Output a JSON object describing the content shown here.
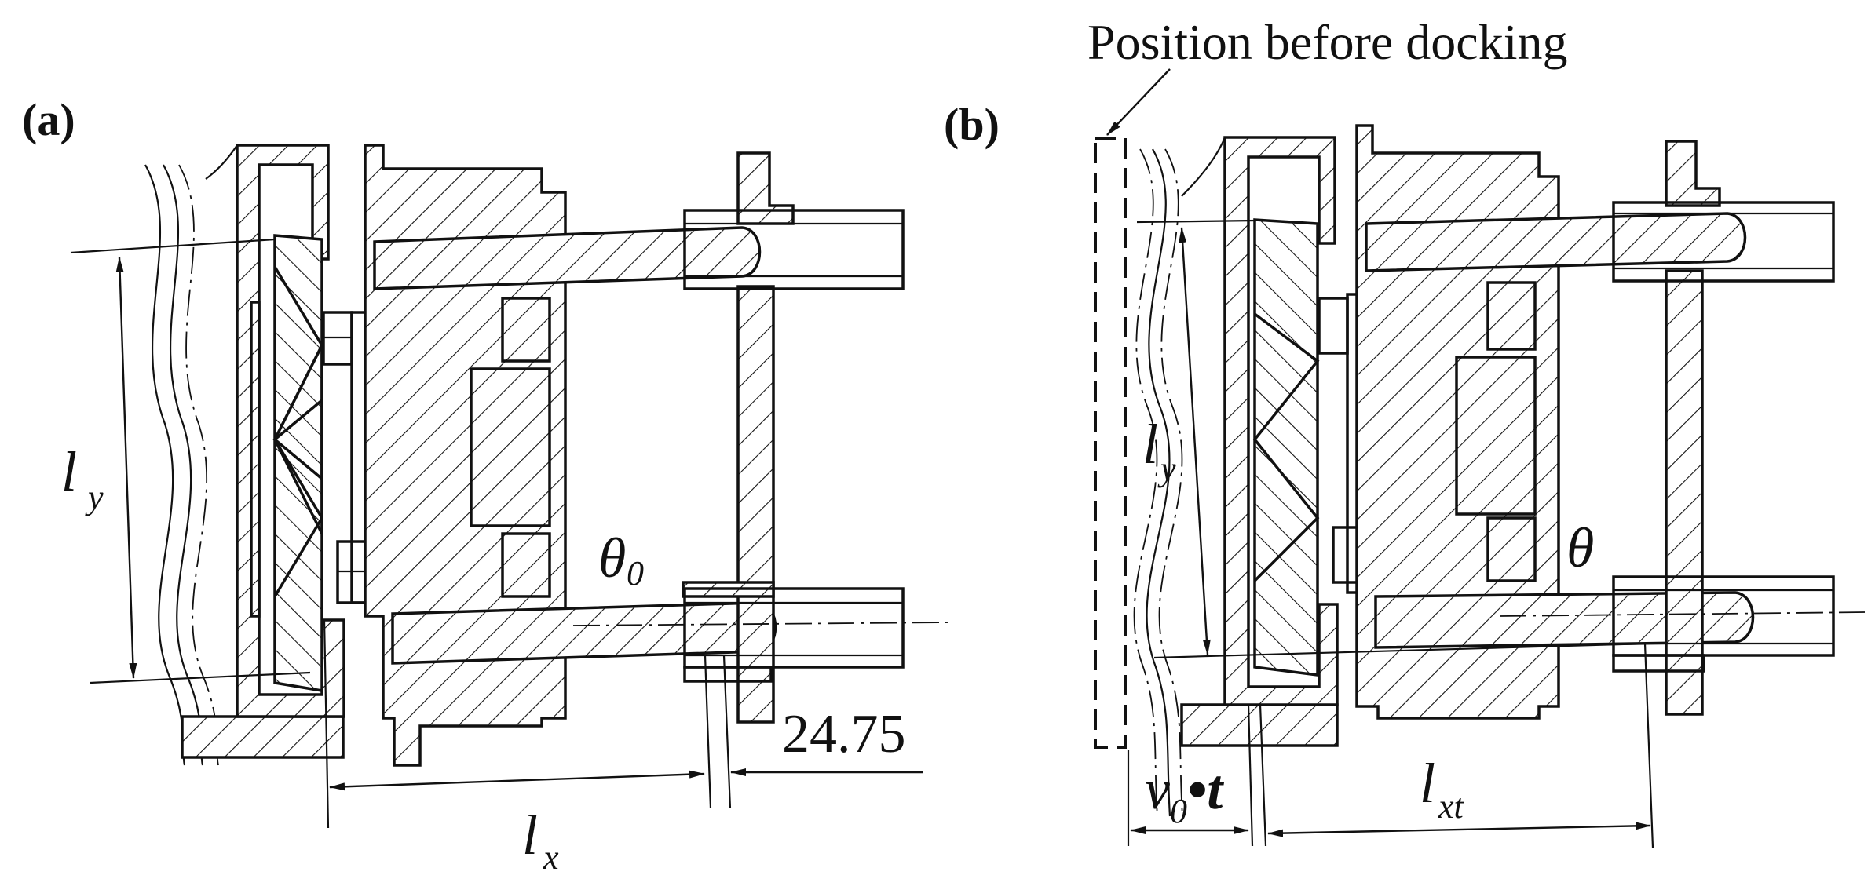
{
  "panels": {
    "a": {
      "label": "(a)",
      "ly": "l",
      "ly_sub": "y",
      "theta": "θ",
      "theta_sub": "0",
      "lx": "l",
      "lx_sub": "x",
      "offset_value": "24.75"
    },
    "b": {
      "label": "(b)",
      "caption": "Position before docking",
      "ly": "l",
      "ly_sub": "y",
      "theta": "θ",
      "v0t_v": "v",
      "v0t_sub": "0",
      "v0t_rest": "•t",
      "lxt": "l",
      "lxt_sub": "xt"
    }
  }
}
